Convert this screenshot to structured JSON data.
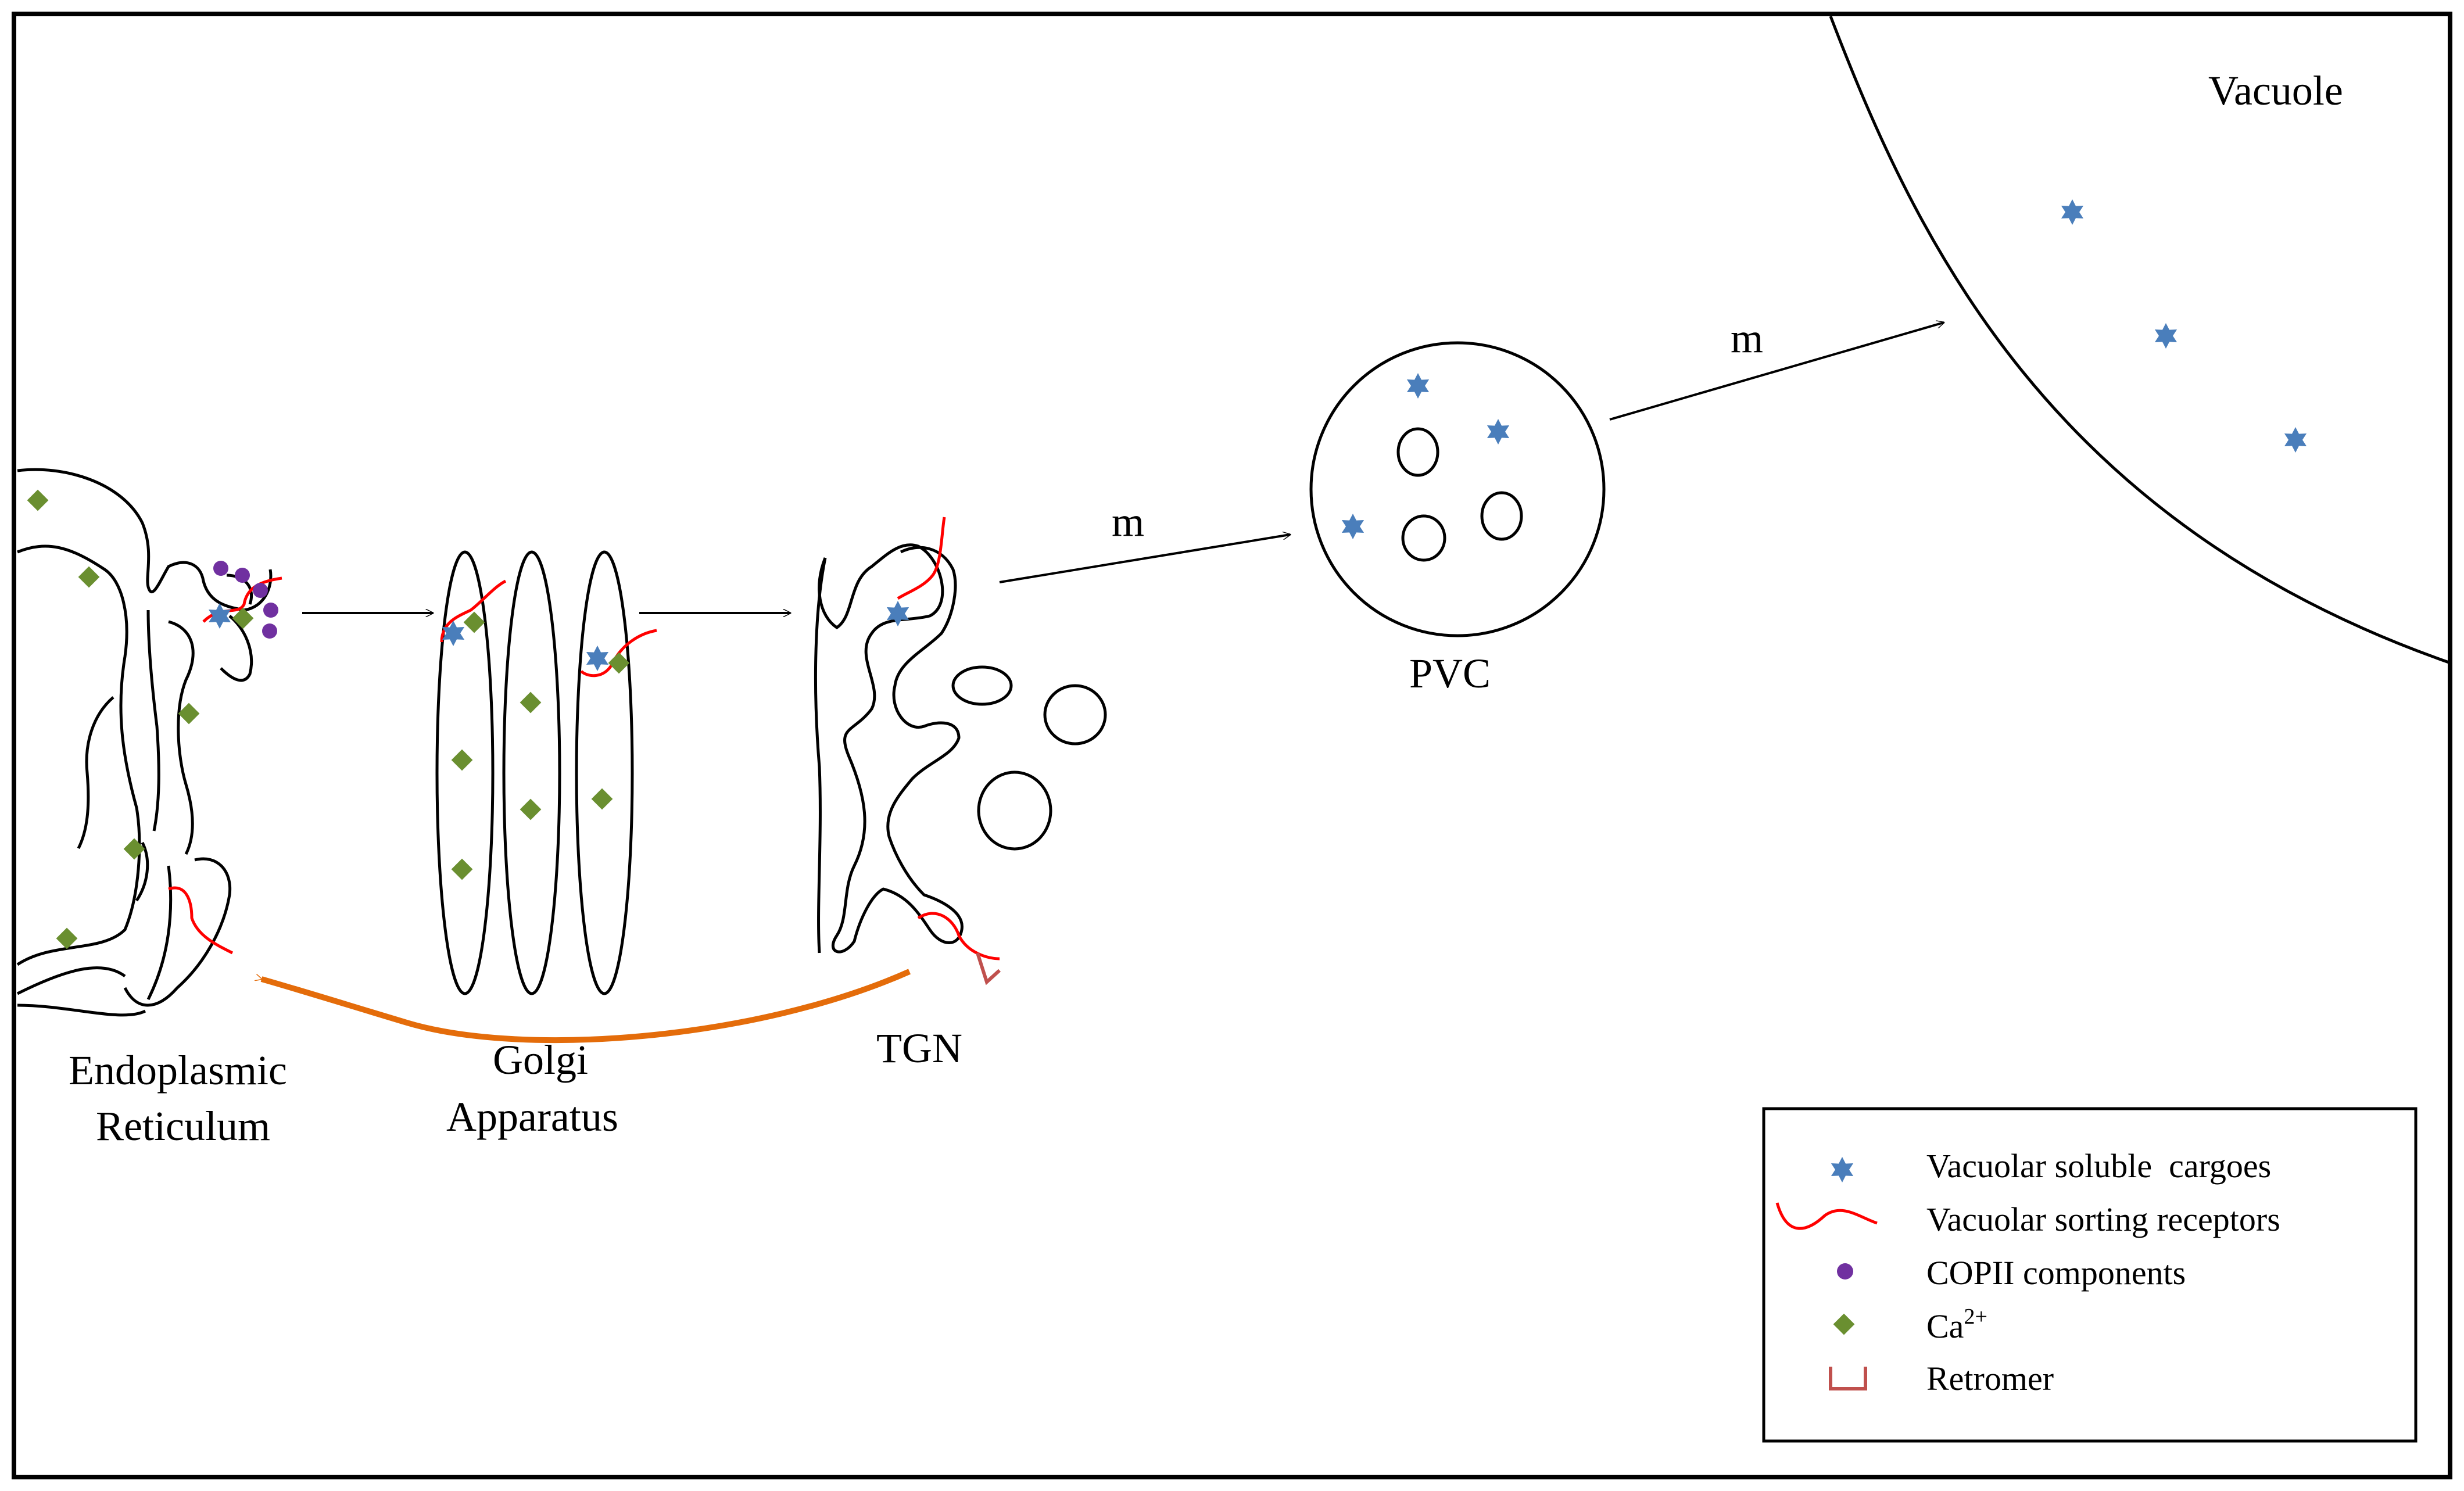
{
  "labels": {
    "vacuole": "Vacuole",
    "pvc": "PVC",
    "tgn": "TGN",
    "er_line1": "Endoplasmic",
    "er_line2": "Reticulum",
    "golgi_line1": "Golgi",
    "golgi_line2": "Apparatus",
    "arrow_tgn_pvc": "m",
    "arrow_pvc_vacuole": "m"
  },
  "legend": {
    "items": [
      {
        "text": "Vacuolar soluble  cargoes",
        "symbol": "star"
      },
      {
        "text": "Vacuolar sorting receptors",
        "symbol": "receptor"
      },
      {
        "text": "COPII components",
        "symbol": "dot"
      },
      {
        "text": "Ca",
        "sup": "2+",
        "symbol": "diamond"
      },
      {
        "text": "Retromer",
        "symbol": "retromer"
      }
    ]
  },
  "colors": {
    "cargo": "#4a7ebb",
    "receptor": "#ff0000",
    "copii": "#7030a0",
    "calcium": "#6a8f30",
    "retromer": "#c0504d",
    "retrograde_arrow": "#e46c0a",
    "outline": "#000000"
  }
}
